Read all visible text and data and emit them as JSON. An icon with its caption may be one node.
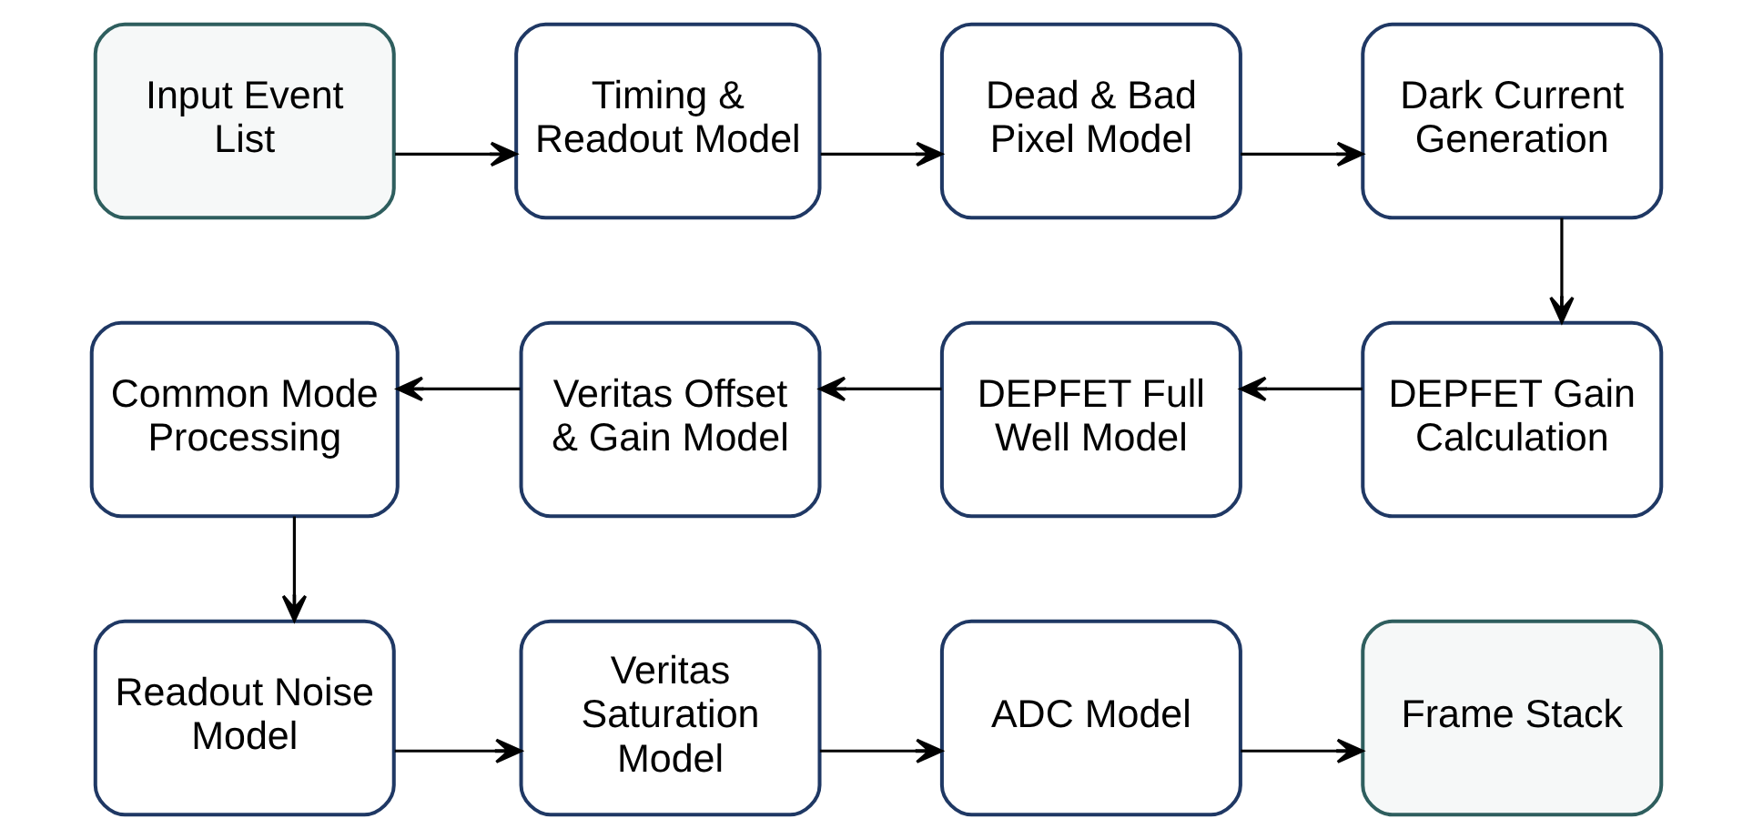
{
  "diagram": {
    "nodes": [
      {
        "text": [
          "Input Event List"
        ]
      },
      {
        "text": [
          "Timing & Readout Model"
        ]
      },
      {
        "text": [
          "Dead & Bad Pixel Model"
        ]
      },
      {
        "text": [
          "Dark Current Generation"
        ]
      },
      {
        "text": [
          "DEPFET Gain Calculation"
        ]
      },
      {
        "text": [
          "DEPFET Full Well Model"
        ]
      },
      {
        "text": [
          "Veritas Offset & Gain Model"
        ]
      },
      {
        "text": [
          "Common Mode Processing"
        ]
      },
      {
        "text": [
          "Readout Noise Model"
        ]
      },
      {
        "text": [
          "Veritas Saturation Model"
        ]
      },
      {
        "text": [
          "ADC Model"
        ]
      },
      {
        "text": [
          "Frame Stack"
        ]
      }
    ],
    "edges": [
      {
        "from": 0,
        "to": 1,
        "arrow": "to"
      },
      {
        "from": 1,
        "to": 2,
        "arrow": "to"
      },
      {
        "from": 2,
        "to": 3,
        "arrow": "to"
      },
      {
        "from": 3,
        "to": 4,
        "arrow": "to"
      },
      {
        "from": 4,
        "to": 5,
        "arrow": "to"
      },
      {
        "from": 5,
        "to": 6,
        "arrow": "to"
      },
      {
        "from": 6,
        "to": 7,
        "arrow": "to"
      },
      {
        "from": 7,
        "to": 8,
        "arrow": "to"
      },
      {
        "from": 8,
        "to": 9,
        "arrow": "to"
      },
      {
        "from": 9,
        "to": 10,
        "arrow": "to"
      },
      {
        "from": 10,
        "to": 11,
        "arrow": "to"
      }
    ]
  }
}
